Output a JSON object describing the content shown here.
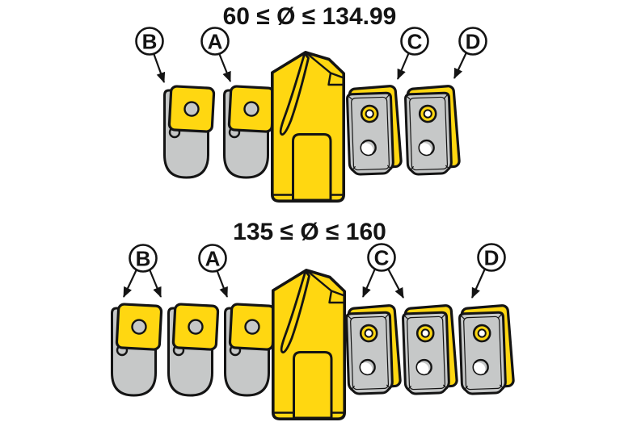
{
  "diagram": {
    "description": "Drill tooling parts diagram with two diameter ranges",
    "background": "#ffffff",
    "colors": {
      "part_yellow": "#FFD711",
      "part_gray": "#C6C8C8",
      "outline": "#141414",
      "callout_fill": "#ffffff"
    },
    "sections": [
      {
        "title": "60 ≤ Ø ≤ 134.99",
        "callouts": [
          {
            "letter": "B"
          },
          {
            "letter": "A"
          },
          {
            "letter": "C"
          },
          {
            "letter": "D"
          }
        ],
        "insert_holder_count": 2,
        "cartridge_count": 2,
        "drill_body_count": 1
      },
      {
        "title": "135 ≤ Ø ≤ 160",
        "callouts": [
          {
            "letter": "B"
          },
          {
            "letter": "A"
          },
          {
            "letter": "C"
          },
          {
            "letter": "D"
          }
        ],
        "insert_holder_count": 3,
        "cartridge_count": 3,
        "drill_body_count": 1
      }
    ]
  }
}
